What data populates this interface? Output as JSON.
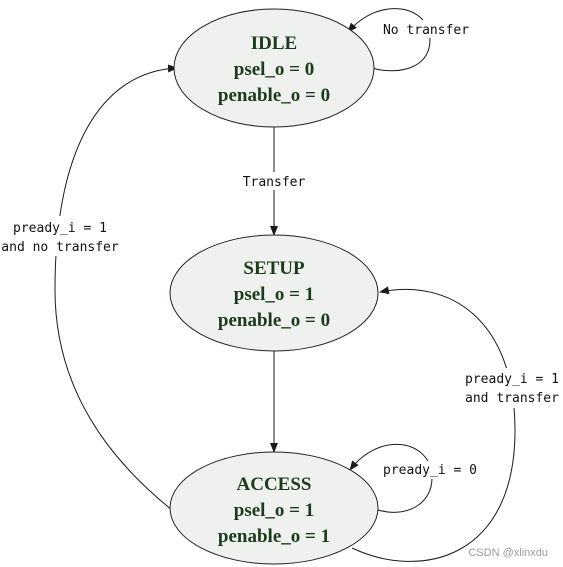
{
  "states": {
    "idle": {
      "name": "IDLE",
      "line1": "psel_o = 0",
      "line2": "penable_o = 0"
    },
    "setup": {
      "name": "SETUP",
      "line1": "psel_o = 1",
      "line2": "penable_o = 0"
    },
    "access": {
      "name": "ACCESS",
      "line1": "psel_o = 1",
      "line2": "penable_o = 1"
    }
  },
  "transitions": {
    "idle_self": "No transfer",
    "idle_to_setup": "Transfer",
    "setup_to_access": "",
    "access_self": "pready_i = 0",
    "access_to_setup": {
      "line1": "pready_i = 1",
      "line2": "and transfer"
    },
    "access_to_idle": {
      "line1": "pready_i = 1",
      "line2": "and no transfer"
    }
  },
  "watermark": "CSDN @xlinxdu",
  "colors": {
    "state_fill": "#eef1ee",
    "state_text": "#1c3a1c",
    "stroke": "#1a1a1a",
    "background": "#ffffff"
  }
}
